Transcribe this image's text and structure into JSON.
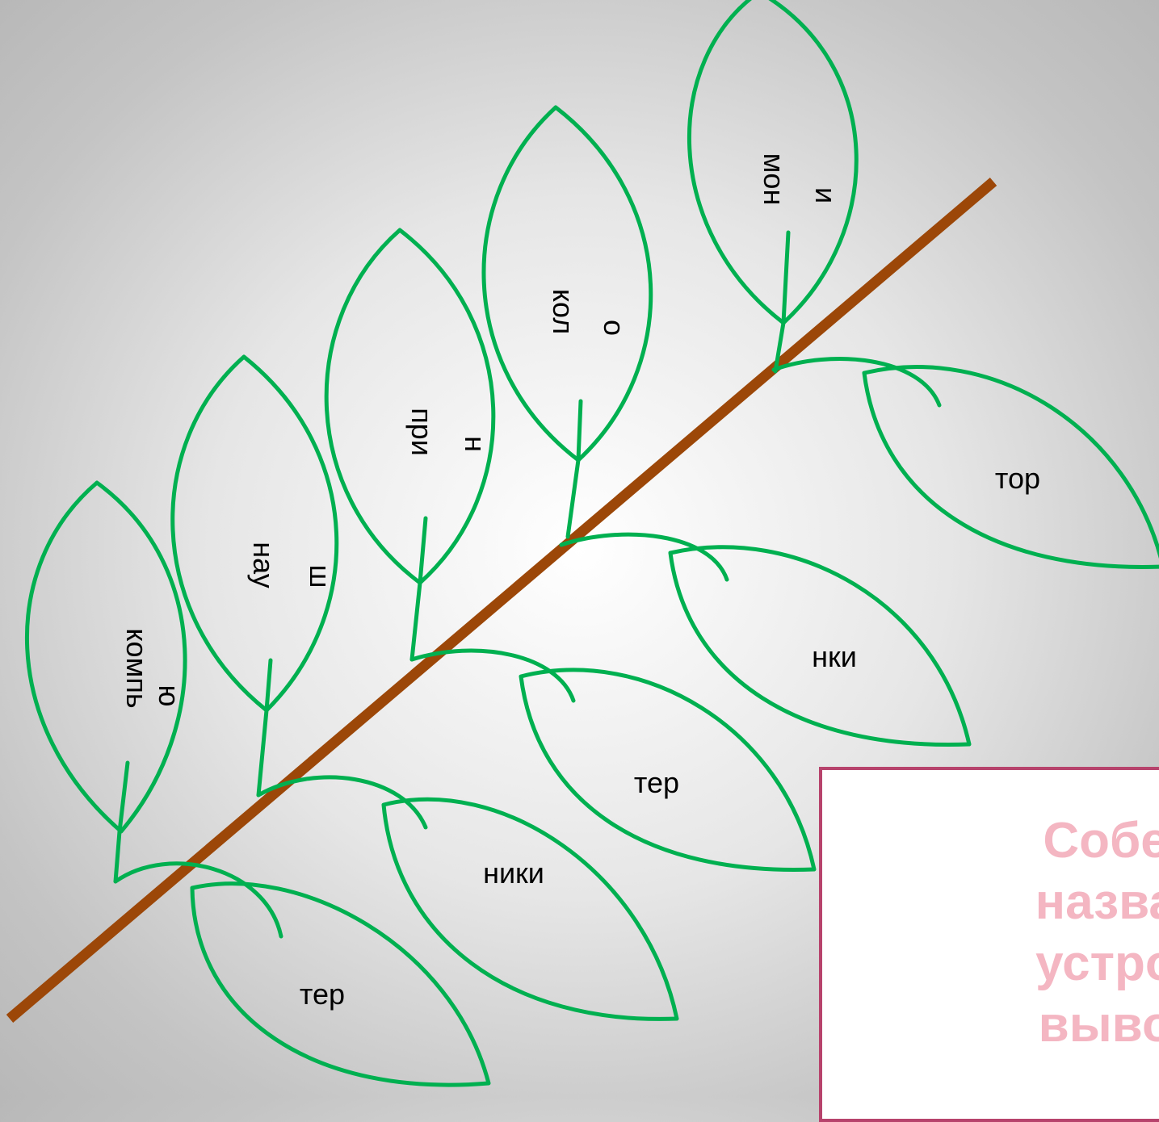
{
  "leaves_upper": [
    {
      "word_line1": "компь",
      "word_line2": "ю"
    },
    {
      "word_line1": "нау",
      "word_line2": "ш"
    },
    {
      "word_line1": "при",
      "word_line2": "н"
    },
    {
      "word_line1": "кол",
      "word_line2": "о"
    },
    {
      "word_line1": "мон",
      "word_line2": "и"
    }
  ],
  "leaves_lower": [
    {
      "word": "тер"
    },
    {
      "word": "ники"
    },
    {
      "word": "тер"
    },
    {
      "word": "нки"
    },
    {
      "word": "тор"
    }
  ],
  "task": {
    "line1": "Собер",
    "line2": "назван",
    "line3": "устрой",
    "line4": "вывод"
  },
  "colors": {
    "leaf": "#00b050",
    "branch": "#9c4708",
    "task_text": "#f4b6c2",
    "task_border": "#b7436c"
  }
}
